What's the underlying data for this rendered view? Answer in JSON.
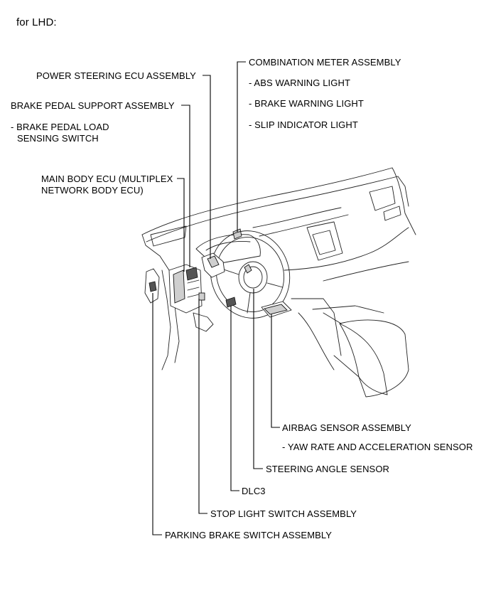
{
  "heading": "for LHD:",
  "labels": {
    "combination_meter": "COMBINATION METER ASSEMBLY",
    "abs_warning": "- ABS WARNING LIGHT",
    "brake_warning": "- BRAKE WARNING LIGHT",
    "slip_indicator": "- SLIP INDICATOR LIGHT",
    "power_steering_ecu": "POWER STEERING ECU ASSEMBLY",
    "brake_pedal_support": "BRAKE PEDAL SUPPORT ASSEMBLY",
    "brake_pedal_load_1": "- BRAKE PEDAL LOAD",
    "brake_pedal_load_2": "SENSING SWITCH",
    "main_body_ecu_1": "MAIN BODY ECU (MULTIPLEX",
    "main_body_ecu_2": "NETWORK BODY ECU)",
    "airbag_sensor": "AIRBAG SENSOR ASSEMBLY",
    "yaw_rate": "- YAW RATE AND ACCELERATION SENSOR",
    "steering_angle": "STEERING ANGLE SENSOR",
    "dlc3": "DLC3",
    "stop_light": "STOP LIGHT SWITCH ASSEMBLY",
    "parking_brake": "PARKING BRAKE SWITCH ASSEMBLY"
  }
}
